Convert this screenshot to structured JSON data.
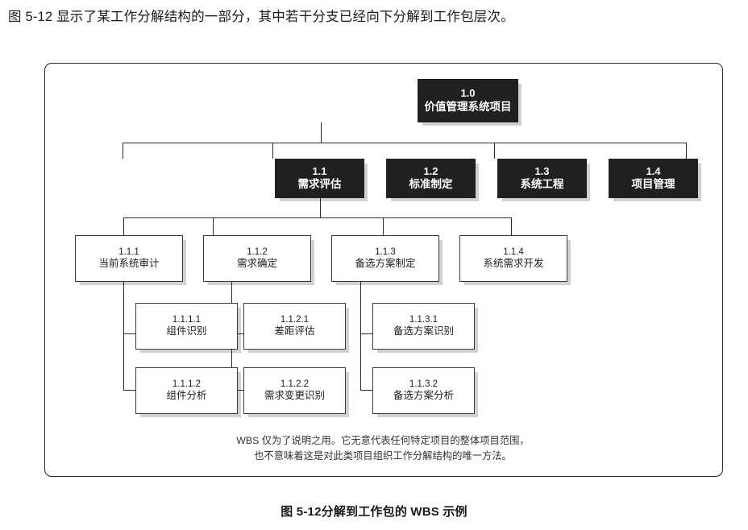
{
  "intro": "图 5-12 显示了某工作分解结构的一部分，其中若干分支已经向下分解到工作包层次。",
  "caption": "图 5-12分解到工作包的 WBS 示例",
  "footnote": {
    "line1": "WBS 仅为了说明之用。它无意代表任何特定项目的整体项目范围，",
    "line2": "也不意味着这是对此类项目组织工作分解结构的唯一方法。"
  },
  "colors": {
    "dark_node_fill": "#211f20",
    "dark_node_text": "#ffffff",
    "light_node_fill": "#ffffff",
    "light_node_border": "#3a3a3a",
    "connector": "#2b2b2b",
    "frame_border": "#262626",
    "shadow": "#c9c9c9"
  },
  "chart_data": {
    "type": "diagram",
    "title": "图 5-12分解到工作包的 WBS 示例",
    "notes": "WBS 仅为了说明之用。它无意代表任何特定项目的整体项目范围，也不意味着这是对此类项目组织工作分解结构的唯一方法。",
    "nodes": [
      {
        "id": "1.0",
        "code": "1.0",
        "label": "价值管理系统项目",
        "level": 1,
        "style": "dark",
        "parent": null
      },
      {
        "id": "1.1",
        "code": "1.1",
        "label": "需求评估",
        "level": 2,
        "style": "dark",
        "parent": "1.0"
      },
      {
        "id": "1.2",
        "code": "1.2",
        "label": "标准制定",
        "level": 2,
        "style": "dark",
        "parent": "1.0"
      },
      {
        "id": "1.3",
        "code": "1.3",
        "label": "系统工程",
        "level": 2,
        "style": "dark",
        "parent": "1.0"
      },
      {
        "id": "1.4",
        "code": "1.4",
        "label": "项目管理",
        "level": 2,
        "style": "dark",
        "parent": "1.0"
      },
      {
        "id": "1.1.1",
        "code": "1.1.1",
        "label": "当前系统审计",
        "level": 3,
        "style": "light",
        "parent": "1.1"
      },
      {
        "id": "1.1.2",
        "code": "1.1.2",
        "label": "需求确定",
        "level": 3,
        "style": "light",
        "parent": "1.1"
      },
      {
        "id": "1.1.3",
        "code": "1.1.3",
        "label": "备选方案制定",
        "level": 3,
        "style": "light",
        "parent": "1.1"
      },
      {
        "id": "1.1.4",
        "code": "1.1.4",
        "label": "系统需求开发",
        "level": 3,
        "style": "light",
        "parent": "1.1"
      },
      {
        "id": "1.1.1.1",
        "code": "1.1.1.1",
        "label": "组件识别",
        "level": 4,
        "style": "light",
        "parent": "1.1.1"
      },
      {
        "id": "1.1.1.2",
        "code": "1.1.1.2",
        "label": "组件分析",
        "level": 4,
        "style": "light",
        "parent": "1.1.1"
      },
      {
        "id": "1.1.2.1",
        "code": "1.1.2.1",
        "label": "差距评估",
        "level": 4,
        "style": "light",
        "parent": "1.1.2"
      },
      {
        "id": "1.1.2.2",
        "code": "1.1.2.2",
        "label": "需求变更识别",
        "level": 4,
        "style": "light",
        "parent": "1.1.2"
      },
      {
        "id": "1.1.3.1",
        "code": "1.1.3.1",
        "label": "备选方案识别",
        "level": 4,
        "style": "light",
        "parent": "1.1.3"
      },
      {
        "id": "1.1.3.2",
        "code": "1.1.3.2",
        "label": "备选方案分析",
        "level": 4,
        "style": "light",
        "parent": "1.1.3"
      }
    ]
  }
}
